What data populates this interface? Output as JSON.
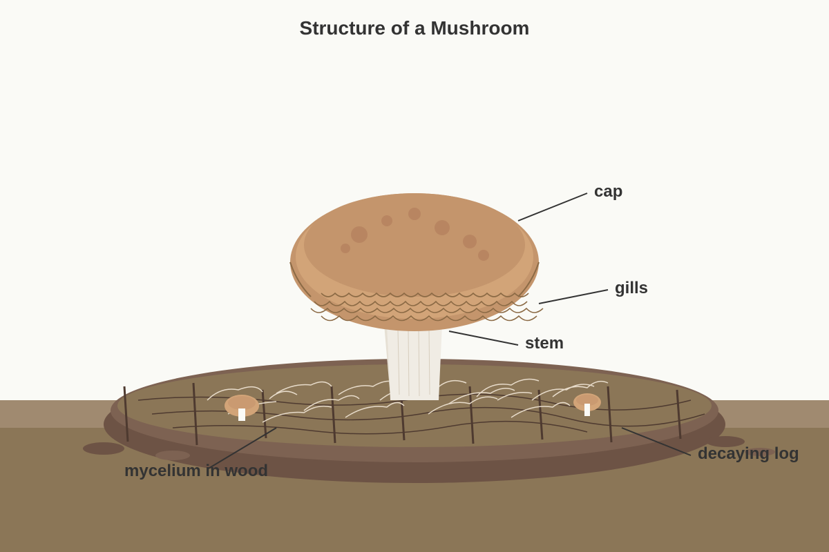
{
  "title": "Structure of a Mushroom",
  "labels": {
    "cap": "cap",
    "gills": "gills",
    "stem": "stem",
    "mycelium": "mycelium in wood",
    "log": "decaying log"
  },
  "colors": {
    "background": "#fafaf6",
    "ground_top": "#a08a70",
    "ground": "#8b7657",
    "log_dark": "#6d5345",
    "log_mid": "#7d6252",
    "log_top": "#8b7657",
    "cap": "#c4956c",
    "cap_rim": "#d2a478",
    "cap_spot": "#b5805e",
    "gill_line": "#8b6a45",
    "stem": "#f0ece4",
    "mycelium": "#e8dccb",
    "crack": "#4e3a30",
    "text": "#333333"
  }
}
